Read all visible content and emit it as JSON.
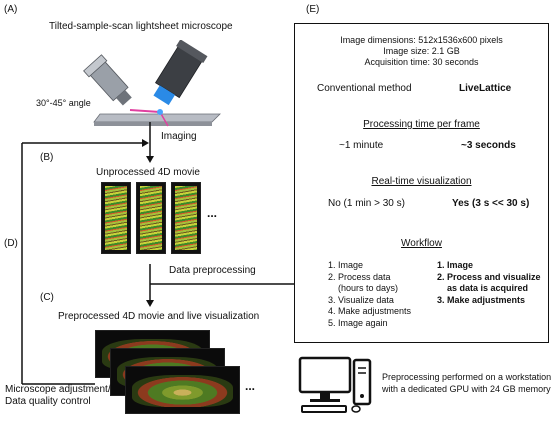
{
  "panels": {
    "a": "(A)",
    "b": "(B)",
    "c": "(C)",
    "d": "(D)",
    "e": "(E)"
  },
  "microscope": {
    "title": "Tilted-sample-scan lightsheet microscope",
    "angle": "30°-45° angle"
  },
  "flow": {
    "imaging": "Imaging",
    "unprocessed": "Unprocessed 4D movie",
    "ellipsis_b": "...",
    "preprocessing": "Data preprocessing",
    "preprocessed": "Preprocessed 4D movie and live visualization",
    "ellipsis_c": "...",
    "adjust_line1": "Microscope adjustment/",
    "adjust_line2": "Data quality control"
  },
  "summary": {
    "dims": "Image dimensions: 512x1536x600 pixels",
    "size": "Image size: 2.1 GB",
    "time": "Acquisition time: 30 seconds",
    "col_conventional": "Conventional method",
    "col_livelattice": "LiveLattice",
    "processing_heading": "Processing time per frame",
    "processing_conventional": "~1 minute",
    "processing_livelattice": "~3 seconds",
    "realtime_heading": "Real-time visualization",
    "realtime_conventional": "No (1 min > 30 s)",
    "realtime_livelattice": "Yes (3 s << 30 s)",
    "workflow_heading": "Workflow",
    "workflow_conventional": [
      "1. Image",
      "2. Process data",
      "(hours to days)",
      "3. Visualize data",
      "4. Make adjustments",
      "5. Image again"
    ],
    "workflow_livelattice": [
      "1. Image",
      "2. Process and visualize",
      "as data is acquired",
      "3. Make adjustments"
    ]
  },
  "workstation": {
    "line1": "Preprocessing performed on a workstation",
    "line2": "with a dedicated GPU with 24 GB memory"
  }
}
